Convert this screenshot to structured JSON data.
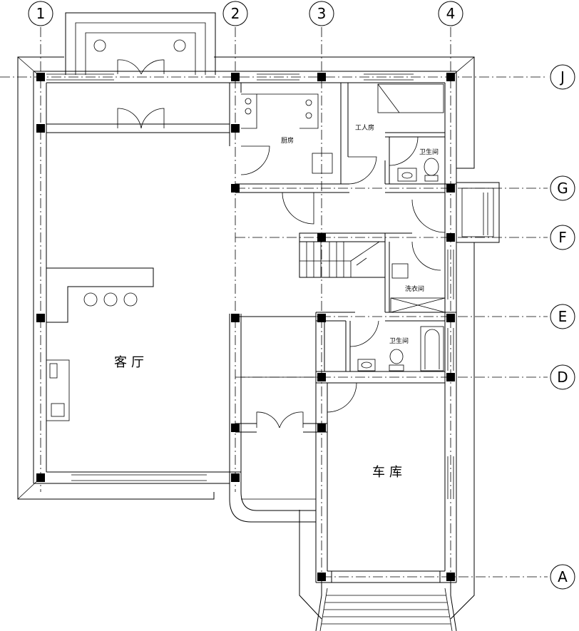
{
  "grid_axes": {
    "vertical": [
      "1",
      "2",
      "3",
      "4"
    ],
    "horizontal": [
      "J",
      "G",
      "F",
      "E",
      "D",
      "A"
    ]
  },
  "rooms": {
    "living_room": "客厅",
    "kitchen": "厨房",
    "servant_room": "工人房",
    "bathroom_upper": "卫生间",
    "laundry": "洗衣间",
    "bathroom_lower": "卫生间",
    "garage": "车库"
  }
}
